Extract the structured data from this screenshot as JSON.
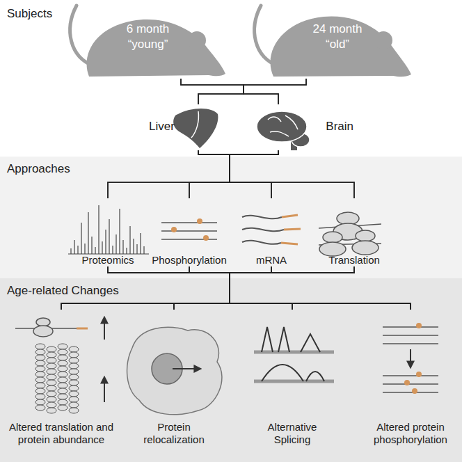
{
  "diagram": {
    "nodes": [
      {
        "text": [
          "6 month",
          "“young”"
        ]
      },
      {
        "text": [
          "24 month",
          "“old”"
        ]
      },
      {
        "text": [
          "Liver"
        ]
      },
      {
        "text": [
          "Brain"
        ]
      },
      {
        "text": [
          "Approaches"
        ]
      },
      {
        "text": [
          "Proteomics"
        ],
        "in": 4
      },
      {
        "text": [
          "Phosphorylation"
        ],
        "in": 4
      },
      {
        "text": [
          "mRNA"
        ],
        "in": 4
      },
      {
        "text": [
          "Translation"
        ],
        "in": 4
      },
      {
        "text": [
          "Age-related Changes"
        ]
      },
      {
        "text": [
          "Altered translation and protein abundance"
        ],
        "in": 9
      },
      {
        "text": [
          "Protein relocalization"
        ],
        "in": 9
      },
      {
        "text": [
          "Alternative Splicing"
        ],
        "in": 9
      },
      {
        "text": [
          "Altered protein phosphorylation"
        ],
        "in": 9
      }
    ],
    "edges": [
      {
        "from": 0,
        "to": 2,
        "arrow": "none"
      },
      {
        "from": 0,
        "to": 3,
        "arrow": "none"
      },
      {
        "from": 1,
        "to": 2,
        "arrow": "none"
      },
      {
        "from": 1,
        "to": 3,
        "arrow": "none"
      },
      {
        "from": 2,
        "to": 5,
        "arrow": "none"
      },
      {
        "from": 2,
        "to": 6,
        "arrow": "none"
      },
      {
        "from": 2,
        "to": 7,
        "arrow": "none"
      },
      {
        "from": 2,
        "to": 8,
        "arrow": "none"
      },
      {
        "from": 3,
        "to": 5,
        "arrow": "none"
      },
      {
        "from": 3,
        "to": 6,
        "arrow": "none"
      },
      {
        "from": 3,
        "to": 7,
        "arrow": "none"
      },
      {
        "from": 3,
        "to": 8,
        "arrow": "none"
      },
      {
        "from": 5,
        "to": 10,
        "arrow": "none"
      },
      {
        "from": 5,
        "to": 11,
        "arrow": "none"
      },
      {
        "from": 5,
        "to": 12,
        "arrow": "none"
      },
      {
        "from": 5,
        "to": 13,
        "arrow": "none"
      },
      {
        "from": 6,
        "to": 10,
        "arrow": "none"
      },
      {
        "from": 6,
        "to": 11,
        "arrow": "none"
      },
      {
        "from": 6,
        "to": 12,
        "arrow": "none"
      },
      {
        "from": 6,
        "to": 13,
        "arrow": "none"
      },
      {
        "from": 7,
        "to": 10,
        "arrow": "none"
      },
      {
        "from": 7,
        "to": 11,
        "arrow": "none"
      },
      {
        "from": 7,
        "to": 12,
        "arrow": "none"
      },
      {
        "from": 7,
        "to": 13,
        "arrow": "none"
      },
      {
        "from": 8,
        "to": 10,
        "arrow": "none"
      },
      {
        "from": 8,
        "to": 11,
        "arrow": "none"
      },
      {
        "from": 8,
        "to": 12,
        "arrow": "none"
      },
      {
        "from": 8,
        "to": 13,
        "arrow": "none"
      }
    ],
    "labels": [
      "Subjects"
    ]
  }
}
